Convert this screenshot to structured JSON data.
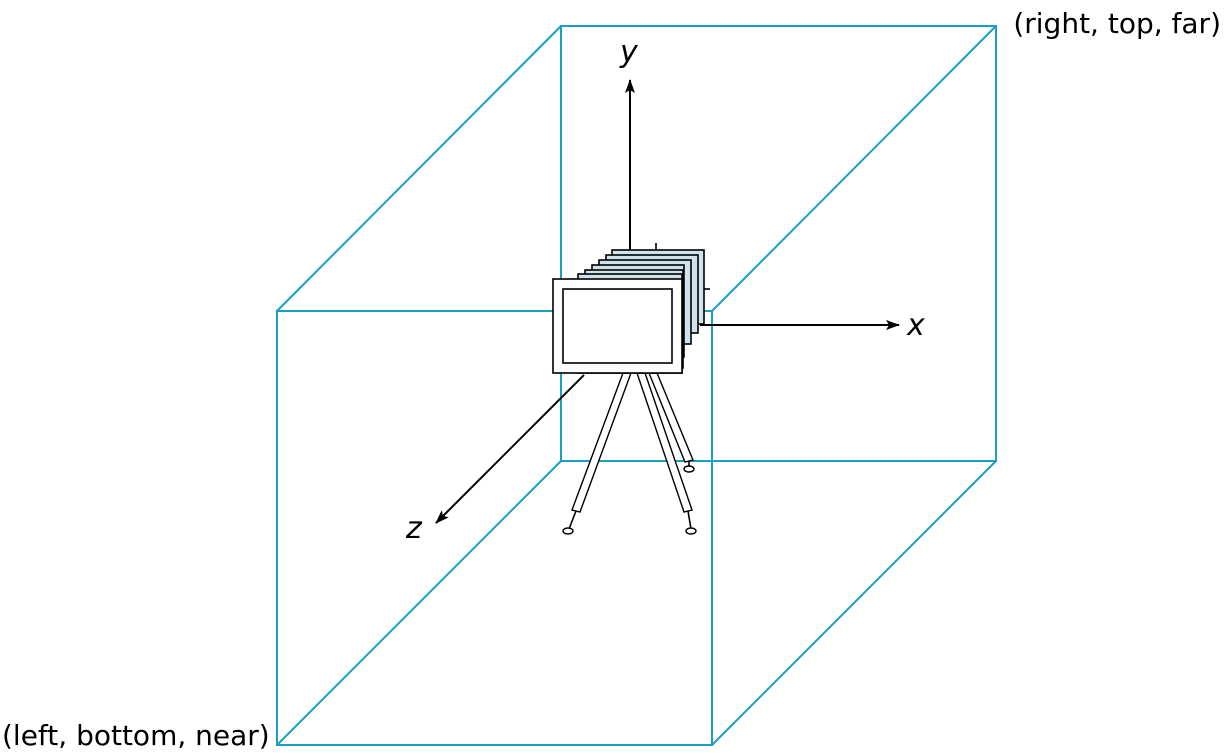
{
  "diagram": {
    "labels": {
      "far_corner": "(right, top, far)",
      "near_corner": "(left, bottom, near)",
      "axis_x": "x",
      "axis_y": "y",
      "axis_z": "z"
    },
    "colors": {
      "frustum_edge": "#1a9fc4",
      "camera_back_fill": "#cfe3ec",
      "camera_front_fill": "#ffffff",
      "axis": "#000000"
    },
    "icons": {
      "camera": "camera-on-tripod-icon"
    }
  }
}
